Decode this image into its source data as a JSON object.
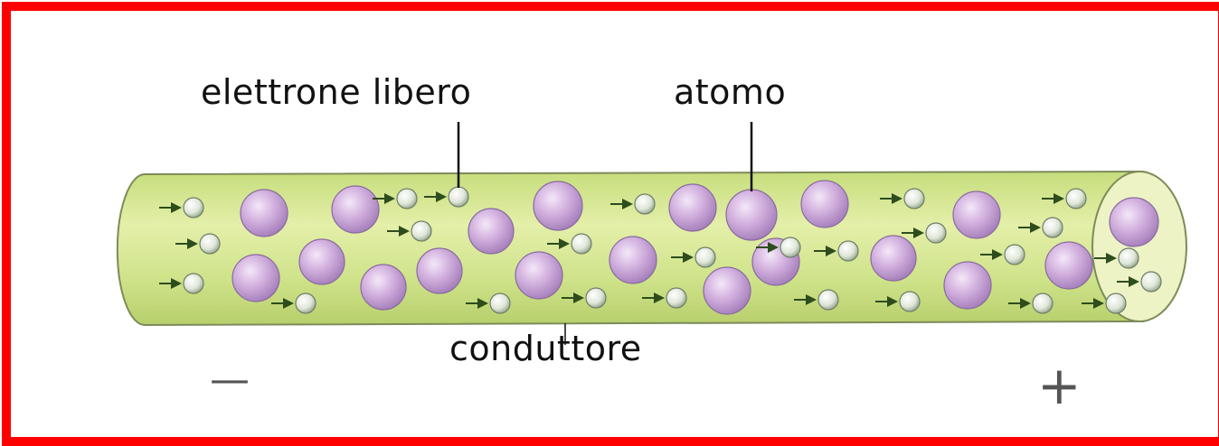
{
  "labels": {
    "free_electron": "elettrone libero",
    "atom": "atomo",
    "conductor": "conduttore",
    "negative": "—",
    "positive": "+"
  },
  "colors": {
    "border": "#ff0000",
    "conductor_fill": "#cfe38a",
    "conductor_edge": "#8f9c6e",
    "atom_fill": "#c9a2d8",
    "electron_fill": "#dfe8d8",
    "arrow": "#2e4d1d"
  }
}
